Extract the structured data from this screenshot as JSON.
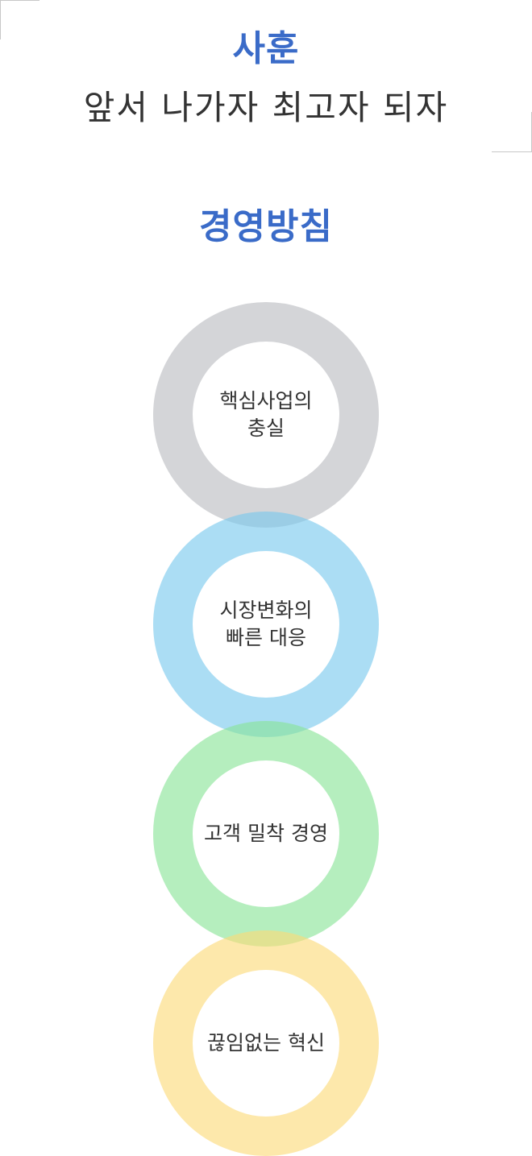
{
  "motto": {
    "title": "사훈",
    "text": "앞서 나가자 최고자 되자"
  },
  "policy": {
    "title": "경영방침",
    "items": [
      {
        "label": "핵심사업의\n충실",
        "color": "#b9bcc0"
      },
      {
        "label": "시장변화의\n빠른 대응",
        "color": "#78c8ee"
      },
      {
        "label": "고객 밀착 경영",
        "color": "#87e496"
      },
      {
        "label": "끊임없는 혁신",
        "color": "#fcda78"
      }
    ]
  }
}
